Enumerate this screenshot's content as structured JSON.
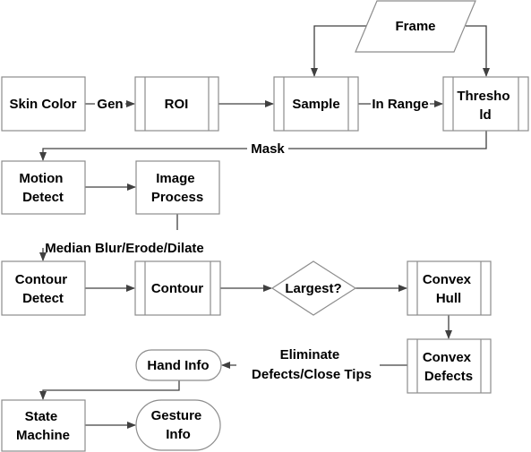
{
  "nodes": {
    "skin_color": "Skin Color",
    "roi": "ROI",
    "sample": "Sample",
    "frame": "Frame",
    "threshold": [
      "Thresho",
      "ld"
    ],
    "motion_detect": [
      "Motion",
      "Detect"
    ],
    "image_process": [
      "Image",
      "Process"
    ],
    "contour_detect": [
      "Contour",
      "Detect"
    ],
    "contour": "Contour",
    "largest": "Largest?",
    "convex_hull": [
      "Convex",
      "Hull"
    ],
    "convex_defects": [
      "Convex",
      "Defects"
    ],
    "hand_info": "Hand Info",
    "state_machine": [
      "State",
      "Machine"
    ],
    "gesture_info": [
      "Gesture",
      "Info"
    ]
  },
  "edges": {
    "gen": "Gen",
    "in_range": "In Range",
    "mask": "Mask",
    "median": "Median Blur/Erode/Dilate",
    "eliminate": [
      "Eliminate",
      "Defects/Close Tips"
    ]
  }
}
